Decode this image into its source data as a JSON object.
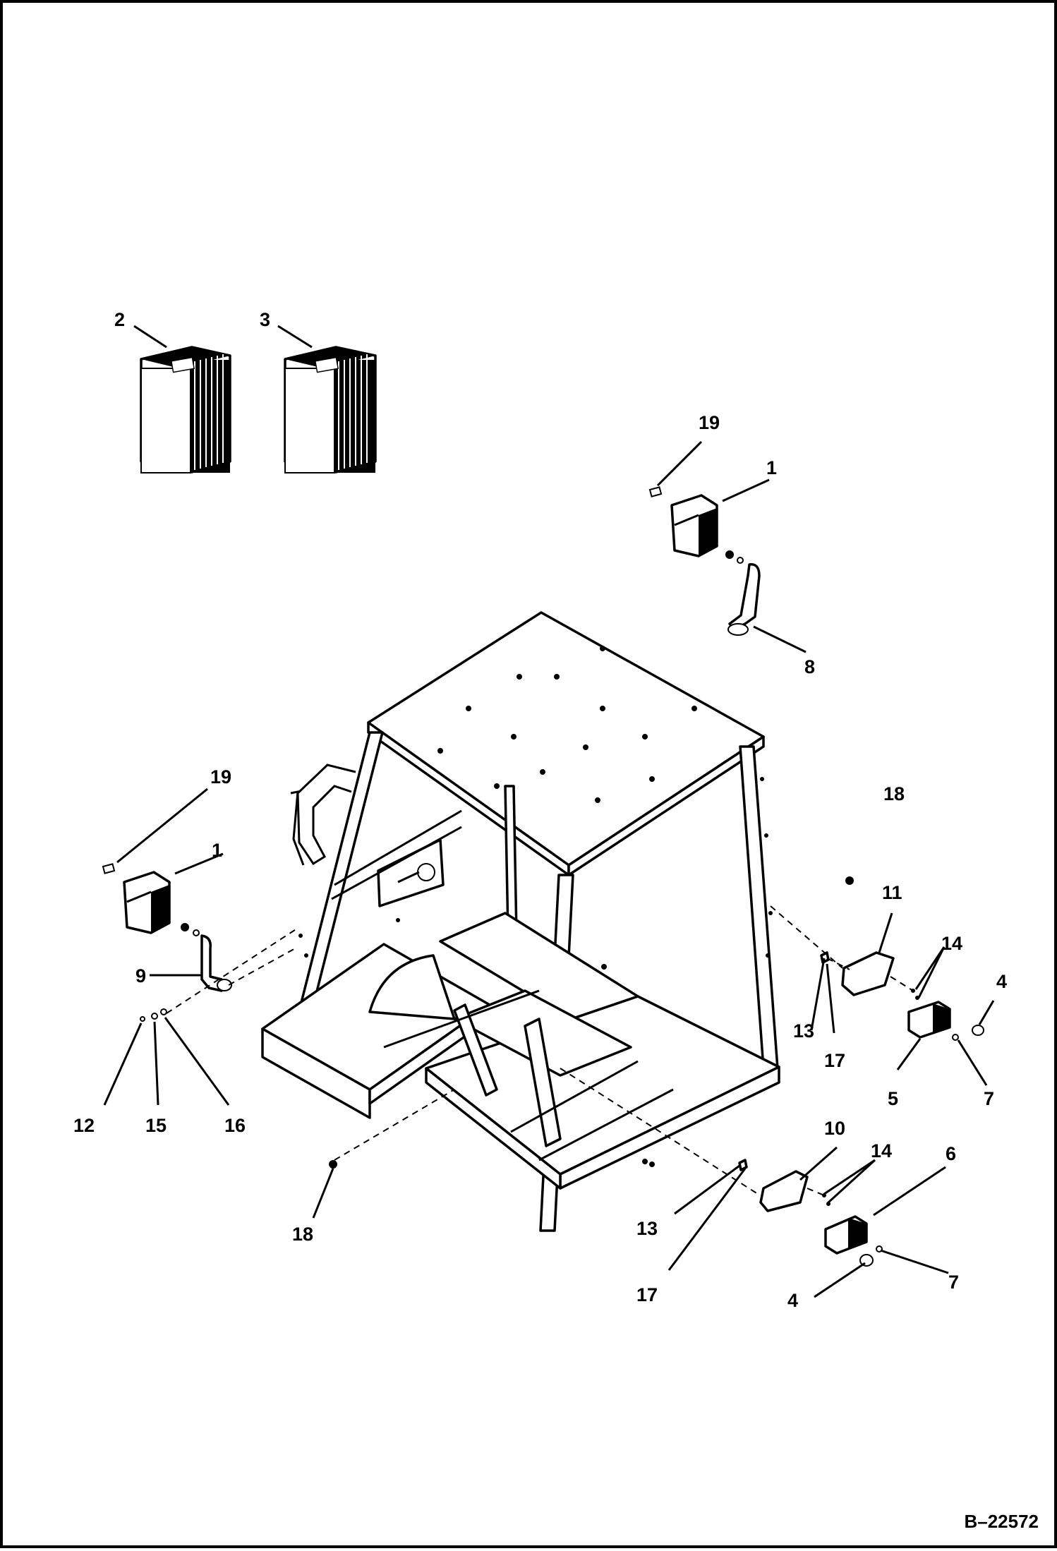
{
  "document_number": "B–22572",
  "callouts": {
    "c1a": "1",
    "c1b": "1",
    "c2": "2",
    "c3": "3",
    "c4a": "4",
    "c4b": "4",
    "c5": "5",
    "c6": "6",
    "c7a": "7",
    "c7b": "7",
    "c8": "8",
    "c9": "9",
    "c10": "10",
    "c11": "11",
    "c12": "12",
    "c13a": "13",
    "c13b": "13",
    "c14a": "14",
    "c14b": "14",
    "c15": "15",
    "c16": "16",
    "c17a": "17",
    "c17b": "17",
    "c18a": "18",
    "c18b": "18",
    "c19a": "19",
    "c19b": "19"
  }
}
